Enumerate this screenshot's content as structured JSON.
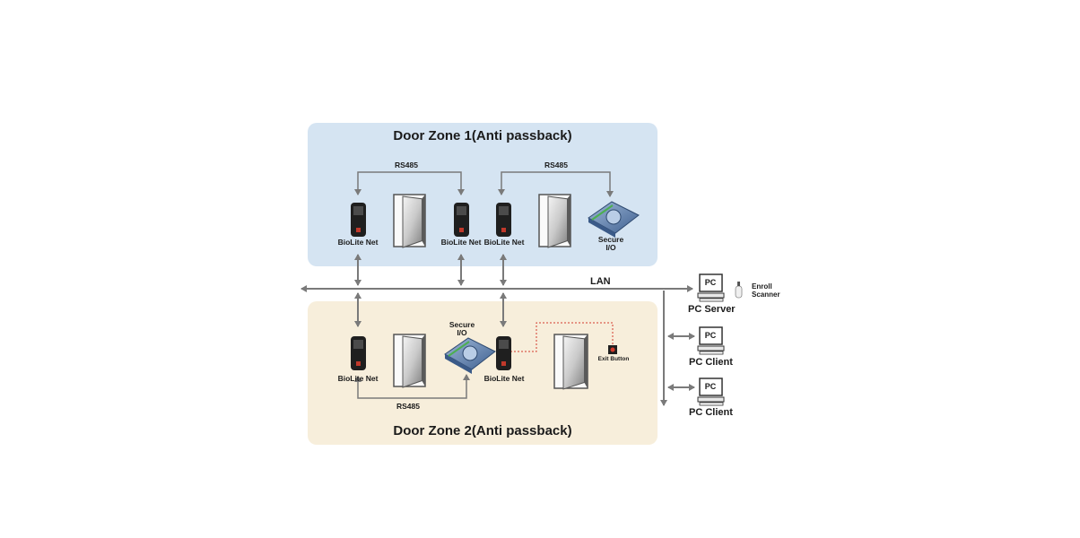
{
  "zone1": {
    "title": "Door Zone 1(Anti passback)"
  },
  "zone2": {
    "title": "Door Zone 2(Anti passback)"
  },
  "labels": {
    "biolite": "BioLite Net",
    "rs485": "RS485",
    "secure_io_line1": "Secure",
    "secure_io_line2": "I/O",
    "lan": "LAN",
    "pc": "PC",
    "pc_server": "PC Server",
    "pc_client": "PC Client",
    "enroll_line1": "Enroll",
    "enroll_line2": "Scanner",
    "exit_button": "Exit Button"
  },
  "colors": {
    "zone1_bg": "#d5e4f2",
    "zone2_bg": "#f7eedb",
    "line": "#7a7a7a",
    "exit_wire": "#d33a2c"
  }
}
